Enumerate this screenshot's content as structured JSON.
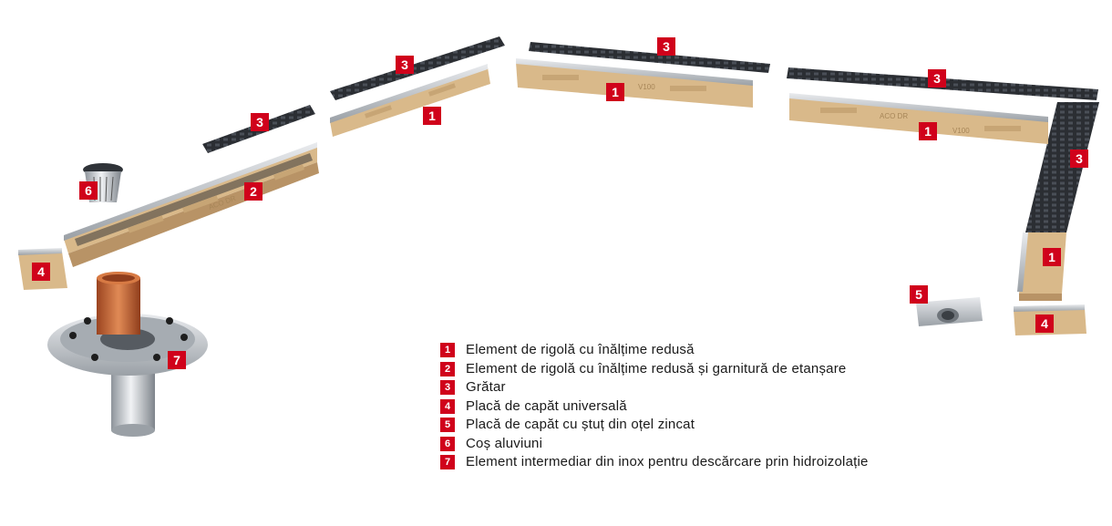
{
  "colors": {
    "accent_red": "#d0021b",
    "channel_body": "#d9b98a",
    "channel_shadow": "#b89366",
    "steel": "#c9ccd0",
    "grate": "#2b2e33",
    "copper": "#c2622e"
  },
  "engravings": {
    "channel_left": "ACO DR",
    "channel_mid": "V100",
    "channel_right": "ACO DR",
    "channel_right_class": "V100"
  },
  "callouts": [
    {
      "id": "c-1a",
      "number": "1"
    },
    {
      "id": "c-1b",
      "number": "1"
    },
    {
      "id": "c-1c",
      "number": "1"
    },
    {
      "id": "c-1d",
      "number": "1"
    },
    {
      "id": "c-2",
      "number": "2"
    },
    {
      "id": "c-3a",
      "number": "3"
    },
    {
      "id": "c-3b",
      "number": "3"
    },
    {
      "id": "c-3c",
      "number": "3"
    },
    {
      "id": "c-3d",
      "number": "3"
    },
    {
      "id": "c-3e",
      "number": "3"
    },
    {
      "id": "c-4a",
      "number": "4"
    },
    {
      "id": "c-4b",
      "number": "4"
    },
    {
      "id": "c-5",
      "number": "5"
    },
    {
      "id": "c-6",
      "number": "6"
    },
    {
      "id": "c-7",
      "number": "7"
    }
  ],
  "legend": [
    {
      "number": "1",
      "text": "Element de rigolă cu înălțime redusă"
    },
    {
      "number": "2",
      "text": "Element de rigolă cu înălțime redusă și garnitură de etanșare"
    },
    {
      "number": "3",
      "text": "Grătar"
    },
    {
      "number": "4",
      "text": "Placă de capăt universală"
    },
    {
      "number": "5",
      "text": "Placă de capăt cu ștuț din oțel zincat"
    },
    {
      "number": "6",
      "text": "Coș aluviuni"
    },
    {
      "number": "7",
      "text": "Element intermediar din inox pentru descărcare prin hidroizolație"
    }
  ]
}
